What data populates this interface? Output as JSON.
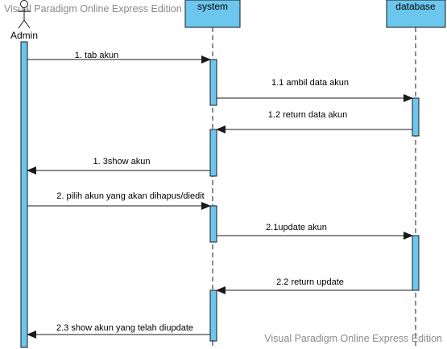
{
  "watermark_top": "Visual Paradigm Online Express Edition",
  "watermark_bottom": "Visual Paradigm Online Express Edition",
  "colors": {
    "lifeline_fill": "#6cc6ee",
    "stroke": "#1a1a1a",
    "actor_fill": "#ffffff"
  },
  "actor": {
    "label": "Admin",
    "icon": "stick-figure-icon"
  },
  "participants": [
    {
      "id": "system",
      "label": "system"
    },
    {
      "id": "database",
      "label": "database"
    }
  ],
  "messages": [
    {
      "id": "m1",
      "label": "1. tab akun",
      "from": "admin",
      "to": "system",
      "kind": "sync"
    },
    {
      "id": "m11",
      "label": "1.1 ambil data akun",
      "from": "system",
      "to": "database",
      "kind": "sync"
    },
    {
      "id": "m12",
      "label": "1.2 return data akun",
      "from": "database",
      "to": "system",
      "kind": "return"
    },
    {
      "id": "m13",
      "label": "1. 3show akun",
      "from": "system",
      "to": "admin",
      "kind": "return"
    },
    {
      "id": "m2",
      "label": "2. pilih akun yang akan dihapus/diedit",
      "from": "admin",
      "to": "system",
      "kind": "sync"
    },
    {
      "id": "m21",
      "label": "2.1update akun",
      "from": "system",
      "to": "database",
      "kind": "sync"
    },
    {
      "id": "m22",
      "label": "2.2 return update",
      "from": "database",
      "to": "system",
      "kind": "return"
    },
    {
      "id": "m23",
      "label": "2.3 show akun yang telah diupdate",
      "from": "system",
      "to": "admin",
      "kind": "return"
    }
  ]
}
